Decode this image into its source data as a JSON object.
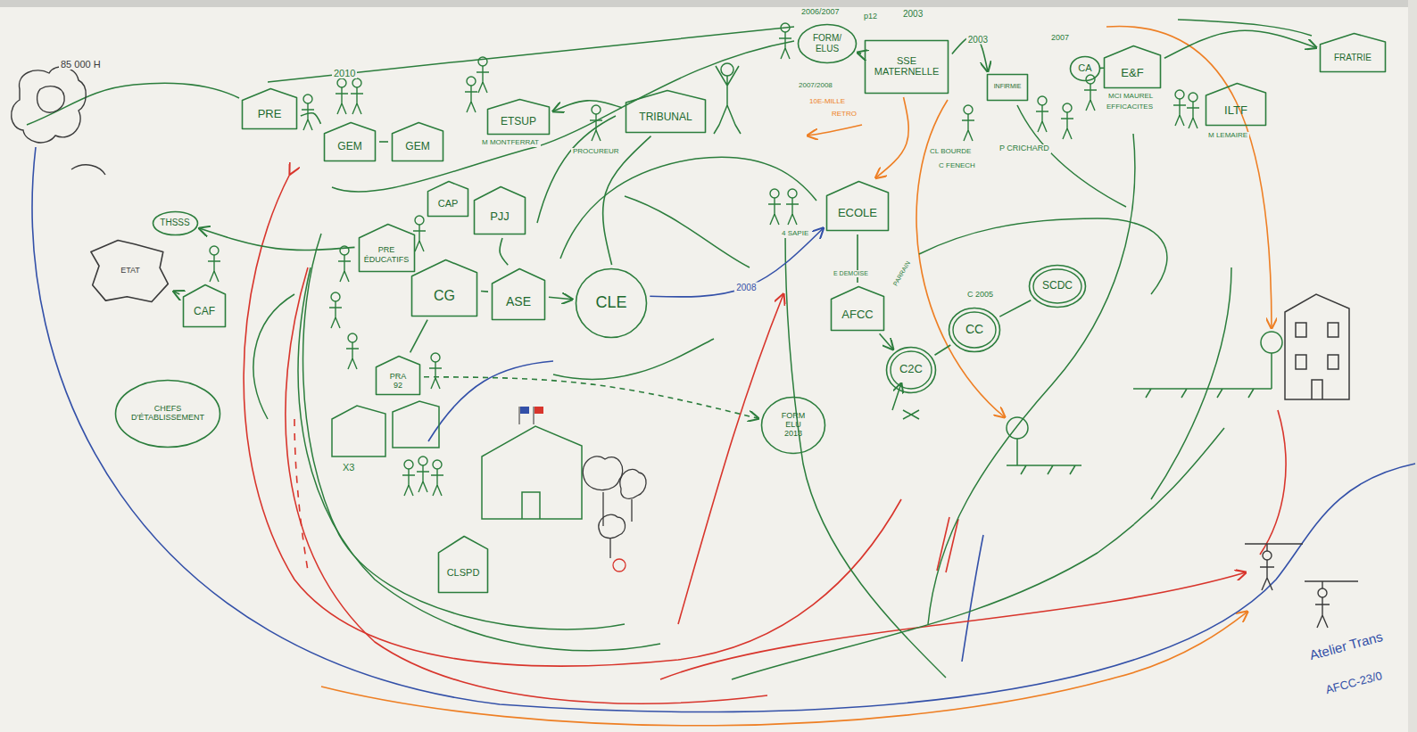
{
  "diagram": {
    "nodes": [
      {
        "text": [
          "ETAT"
        ]
      },
      {
        "text": [
          "THSSS"
        ]
      },
      {
        "text": [
          "CAF"
        ]
      },
      {
        "text": [
          "CHEFS D'ÉTABLISSEMENT"
        ]
      },
      {
        "text": [
          "PRE"
        ]
      },
      {
        "text": [
          "GEM"
        ]
      },
      {
        "text": [
          "GEM"
        ]
      },
      {
        "text": [
          "ETSUP"
        ]
      },
      {
        "text": [
          "TRIBUNAL"
        ]
      },
      {
        "text": [
          "FORM/ ELUS"
        ]
      },
      {
        "text": [
          "SSE MATERNELLE"
        ]
      },
      {
        "text": [
          "INFIRMIE"
        ]
      },
      {
        "text": [
          "CA"
        ]
      },
      {
        "text": [
          "E&F"
        ]
      },
      {
        "text": [
          "ILTF"
        ]
      },
      {
        "text": [
          "FRATRIE"
        ]
      },
      {
        "text": [
          "PRE ÉDUCATIFS"
        ]
      },
      {
        "text": [
          "CAP"
        ]
      },
      {
        "text": [
          "PJJ"
        ]
      },
      {
        "text": [
          "CG"
        ]
      },
      {
        "text": [
          "ASE"
        ]
      },
      {
        "text": [
          "CLE"
        ]
      },
      {
        "text": [
          "PRA 92"
        ]
      },
      {
        "text": [
          "CLSPD"
        ]
      },
      {
        "text": [
          "FORM ELU 2013"
        ]
      },
      {
        "text": [
          "ECOLE"
        ]
      },
      {
        "text": [
          "AFCC"
        ]
      },
      {
        "text": [
          "C2C"
        ]
      },
      {
        "text": [
          "CC"
        ]
      },
      {
        "text": [
          "SCDC"
        ]
      }
    ],
    "edges": [
      {
        "from": 16,
        "to": 1,
        "arrow": "to"
      },
      {
        "from": 2,
        "to": 0,
        "arrow": "to"
      },
      {
        "from": 4,
        "to": 5,
        "arrow": "none"
      },
      {
        "from": 5,
        "to": 6,
        "arrow": "none"
      },
      {
        "from": 8,
        "to": 7,
        "arrow": "to"
      },
      {
        "from": 21,
        "to": 25,
        "arrow": "to",
        "label": "2008"
      },
      {
        "from": 19,
        "to": 20,
        "arrow": "none"
      },
      {
        "from": 18,
        "to": 20,
        "arrow": "none"
      },
      {
        "from": 20,
        "to": 21,
        "arrow": "to"
      },
      {
        "from": 10,
        "to": 9,
        "arrow": "to"
      },
      {
        "from": 10,
        "to": 11,
        "arrow": "to",
        "label": "2003"
      },
      {
        "from": 12,
        "to": 13,
        "arrow": "none"
      },
      {
        "from": 13,
        "to": 15,
        "arrow": "to"
      },
      {
        "from": 25,
        "to": 26,
        "arrow": "none"
      },
      {
        "from": 26,
        "to": 27,
        "arrow": "to"
      },
      {
        "from": 27,
        "to": 28,
        "arrow": "none"
      },
      {
        "from": 10,
        "to": 25,
        "arrow": "to"
      },
      {
        "from": 22,
        "to": 24,
        "arrow": "to"
      },
      {
        "from": 19,
        "to": 22,
        "arrow": "none"
      },
      {
        "from": 21,
        "to": 8,
        "arrow": "none"
      },
      {
        "from": 28,
        "to": 29,
        "arrow": "none"
      }
    ],
    "labels": [
      "85 000 H",
      "2010",
      "M MONTFERRAT",
      "PROCUREUR",
      "2006/2007",
      "p12",
      "2007/2008",
      "10E-MILLE",
      "RETRO",
      "2003",
      "P CRICHARD",
      "2007",
      "MCI MAUREL",
      "EFFICACITES",
      "M LEMAIRE",
      "CL BOURDE",
      "C FENECH",
      "4 SAPIE",
      "E DEMOISE",
      "PARRAIN",
      "C 2005",
      "X3",
      "Atelier Trans",
      "AFCC-23/0"
    ]
  }
}
